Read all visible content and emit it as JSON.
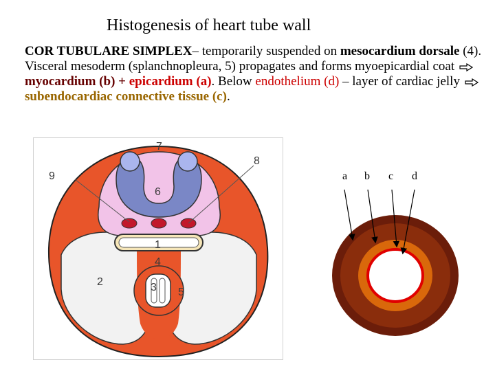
{
  "title": "Histogenesis of heart tube wall",
  "text": {
    "p1": "COR TUBULARE SIMPLEX",
    "p2": "– temporarily suspended on ",
    "p3": "mesocardium dorsale",
    "p4": " (4). Visceral mesoderm (splanchnopleura, 5) propagates and forms myoepicardial coat ",
    "p5": "myocardium (b) +",
    "p6": "epicardium (a)",
    "p7": ". Below ",
    "p8": "endothelium (d)",
    "p9": " – layer of cardiac jelly ",
    "p10": "subendocardiac connective tissue (c)",
    "p11": "."
  },
  "colors": {
    "red": "#cc0000",
    "brown": "#996600",
    "maroon": "#660000",
    "ring_outer": "#6b1d0a",
    "ring_mid": "#8a2d0c",
    "ring_orange": "#d9680b",
    "ring_red": "#e00000",
    "mesoderm": "#e8552a",
    "pink": "#f2c3e8",
    "blue": "#7a87c6"
  },
  "icons": {
    "arrow": "outline-arrow-right-icon"
  },
  "embryo_labels": [
    "1",
    "2",
    "3",
    "4",
    "5",
    "6",
    "7",
    "8",
    "9"
  ],
  "ring_labels": [
    "a",
    "b",
    "c",
    "d"
  ]
}
